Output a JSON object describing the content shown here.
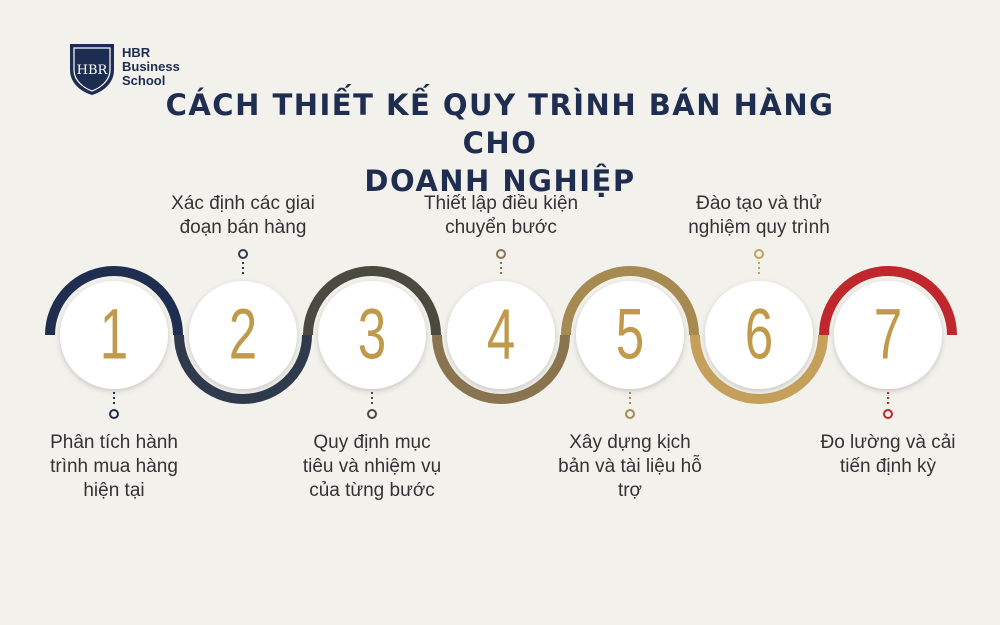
{
  "brand": {
    "line1": "HBR",
    "line2": "Business",
    "line3": "School",
    "monogram": "HBR"
  },
  "title": {
    "line1": "CÁCH THIẾT KẾ QUY TRÌNH BÁN HÀNG CHO",
    "line2": "DOANH NGHIỆP"
  },
  "colors": {
    "background": "#f3f1ec",
    "title": "#1e2d50",
    "number": "#c09a4a",
    "label": "#333333"
  },
  "steps": [
    {
      "number": "1",
      "text": "Phân tích hành trình mua hàng hiện tại",
      "label_position": "bottom",
      "ring_color": "#1e2d50",
      "arc": "top"
    },
    {
      "number": "2",
      "text": "Xác định các giai đoạn bán hàng",
      "label_position": "top",
      "ring_color": "#2f3b4c",
      "arc": "bottom"
    },
    {
      "number": "3",
      "text": "Quy định mục tiêu và nhiệm vụ của từng bước",
      "label_position": "bottom",
      "ring_color": "#4b4a40",
      "arc": "top"
    },
    {
      "number": "4",
      "text": "Thiết lập điều kiện chuyển bước",
      "label_position": "top",
      "ring_color": "#8a7450",
      "arc": "bottom"
    },
    {
      "number": "5",
      "text": "Xây dựng kịch bản và tài liệu hỗ trợ",
      "label_position": "bottom",
      "ring_color": "#a68a52",
      "arc": "top"
    },
    {
      "number": "6",
      "text": "Đào tạo và thử nghiệm quy trình",
      "label_position": "top",
      "ring_color": "#c4a05a",
      "arc": "bottom"
    },
    {
      "number": "7",
      "text": "Đo lường và cải tiến định kỳ",
      "label_position": "bottom",
      "ring_color": "#c0272d",
      "arc": "top"
    }
  ]
}
